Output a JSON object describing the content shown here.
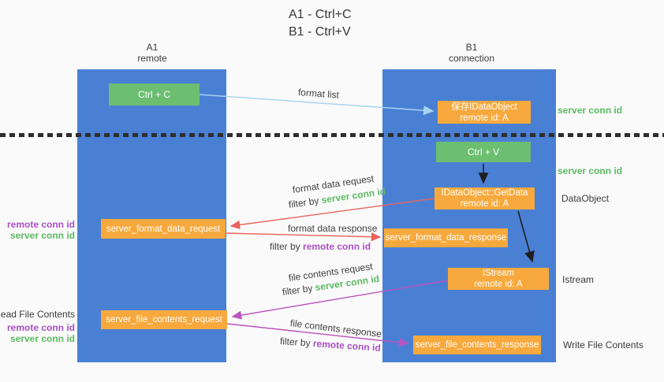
{
  "title": {
    "line1": "A1 - Ctrl+C",
    "line2": "B1 - Ctrl+V"
  },
  "lifelines": {
    "a1": {
      "name": "A1",
      "role": "remote"
    },
    "b1": {
      "name": "B1",
      "role": "connection"
    }
  },
  "nodes": {
    "ctrl_c": {
      "label": "Ctrl + C"
    },
    "ctrl_v": {
      "label": "Ctrl + V"
    },
    "save_dataobject": {
      "line1": "保存IDataObject",
      "line2": "remote id: A"
    },
    "getdata": {
      "line1": "IDataObject::GetData",
      "line2": "remote id: A"
    },
    "istream": {
      "line1": "IStream",
      "line2": "remote id: A"
    },
    "server_format_data_request": {
      "label": "server_format_data_request"
    },
    "server_format_data_response": {
      "label": "server_format_data_response"
    },
    "server_file_contents_request": {
      "label": "server_file_contents_request"
    },
    "server_file_contents_response": {
      "label": "server_file_contents_response"
    }
  },
  "edge_labels": {
    "format_list": {
      "text": "format list"
    },
    "format_data_request": {
      "text": "format data request",
      "filter_prefix": "filter by",
      "filter_key": "server conn id"
    },
    "format_data_response": {
      "text": "format data response",
      "filter_prefix": "filter by",
      "filter_key": "remote conn id"
    },
    "file_contents_request": {
      "text": "file contents request",
      "filter_prefix": "filter by",
      "filter_key": "server conn id"
    },
    "file_contents_response": {
      "text": "file contents response",
      "filter_prefix": "filter by",
      "filter_key": "remote conn id"
    }
  },
  "annotations": {
    "server_conn_id_top": "server conn id",
    "server_conn_id_mid": "server conn id",
    "dataobject": "DataObject",
    "istream": "Istream",
    "read_file_contents": "Read File Contents",
    "write_file_contents": "Write File Contents",
    "left_pair_1": {
      "remote": "remote conn id",
      "server": "server conn id"
    },
    "left_pair_2": {
      "remote": "remote conn id",
      "server": "server conn id"
    }
  },
  "colors": {
    "column_blue": "#4a80d4",
    "node_green": "#6cbe70",
    "node_orange": "#f7a93d",
    "text_green": "#5bba63",
    "text_purple": "#a94fc3",
    "arrow_red": "#e8645c",
    "arrow_magenta": "#bc53be",
    "arrow_light_blue": "#a8d4f0",
    "arrow_black": "#1f1f1f",
    "background": "#fafafa"
  }
}
